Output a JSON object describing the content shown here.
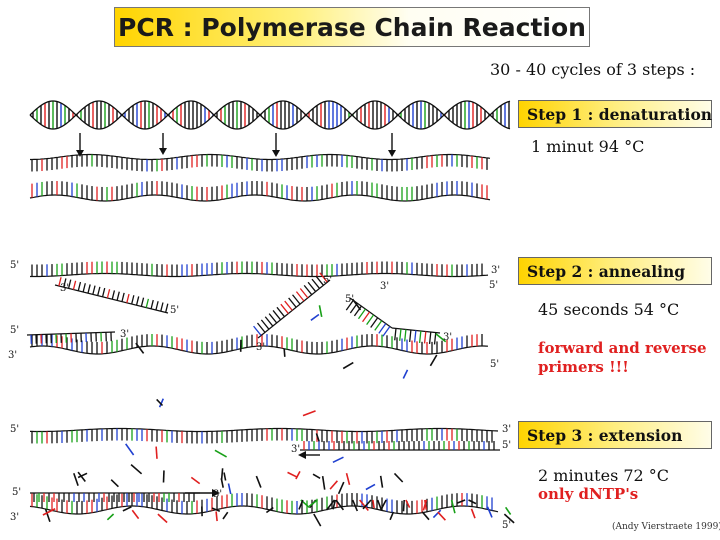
{
  "title": "PCR : Polymerase Chain Reaction",
  "cycles_text": "30 - 40 cycles of 3 steps :",
  "steps": [
    {
      "label": "Step 1 : denaturation",
      "condition": "1 minut 94 °C"
    },
    {
      "label": "Step 2 : annealing",
      "condition": "45 seconds 54 °C",
      "note_line1": "forward and reverse",
      "note_line2": "primers !!!"
    },
    {
      "label": "Step 3 : extension",
      "condition": "2 minutes 72 °C",
      "note_line1": "only dNTP's"
    }
  ],
  "strand_ends": {
    "five_prime": "5'",
    "three_prime": "3'"
  },
  "credit": "(Andy Vierstraete 1999)",
  "colors": {
    "title_bg": "#ffd400",
    "note_text": "#e02020",
    "base_red": "#e02020",
    "base_green": "#18a018",
    "base_blue": "#2040d0",
    "base_black": "#111111"
  }
}
